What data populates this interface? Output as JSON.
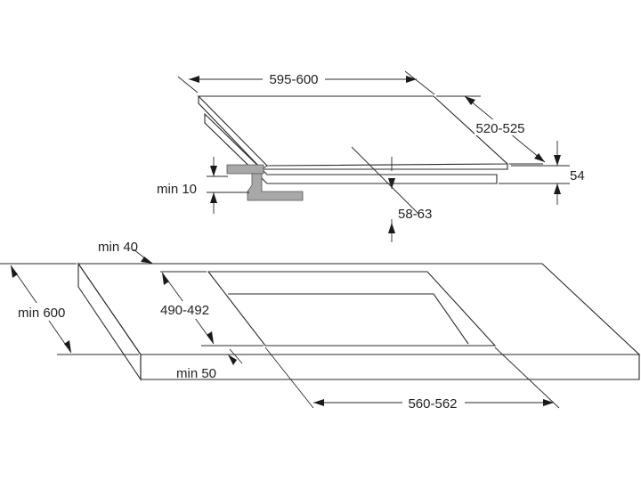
{
  "diagram": {
    "dimensions": {
      "hob_width": "595-600",
      "hob_depth": "520-525",
      "hob_height": "54",
      "min_clearance_below": "min 10",
      "hob_recess_depth": "58-63",
      "min_rear_distance": "min 40",
      "min_worktop_depth": "min 600",
      "cutout_depth": "490-492",
      "min_front_distance": "min 50",
      "cutout_width": "560-562"
    },
    "colors": {
      "line": "#2a2a2a",
      "bracket": "#a8a8a8"
    }
  }
}
